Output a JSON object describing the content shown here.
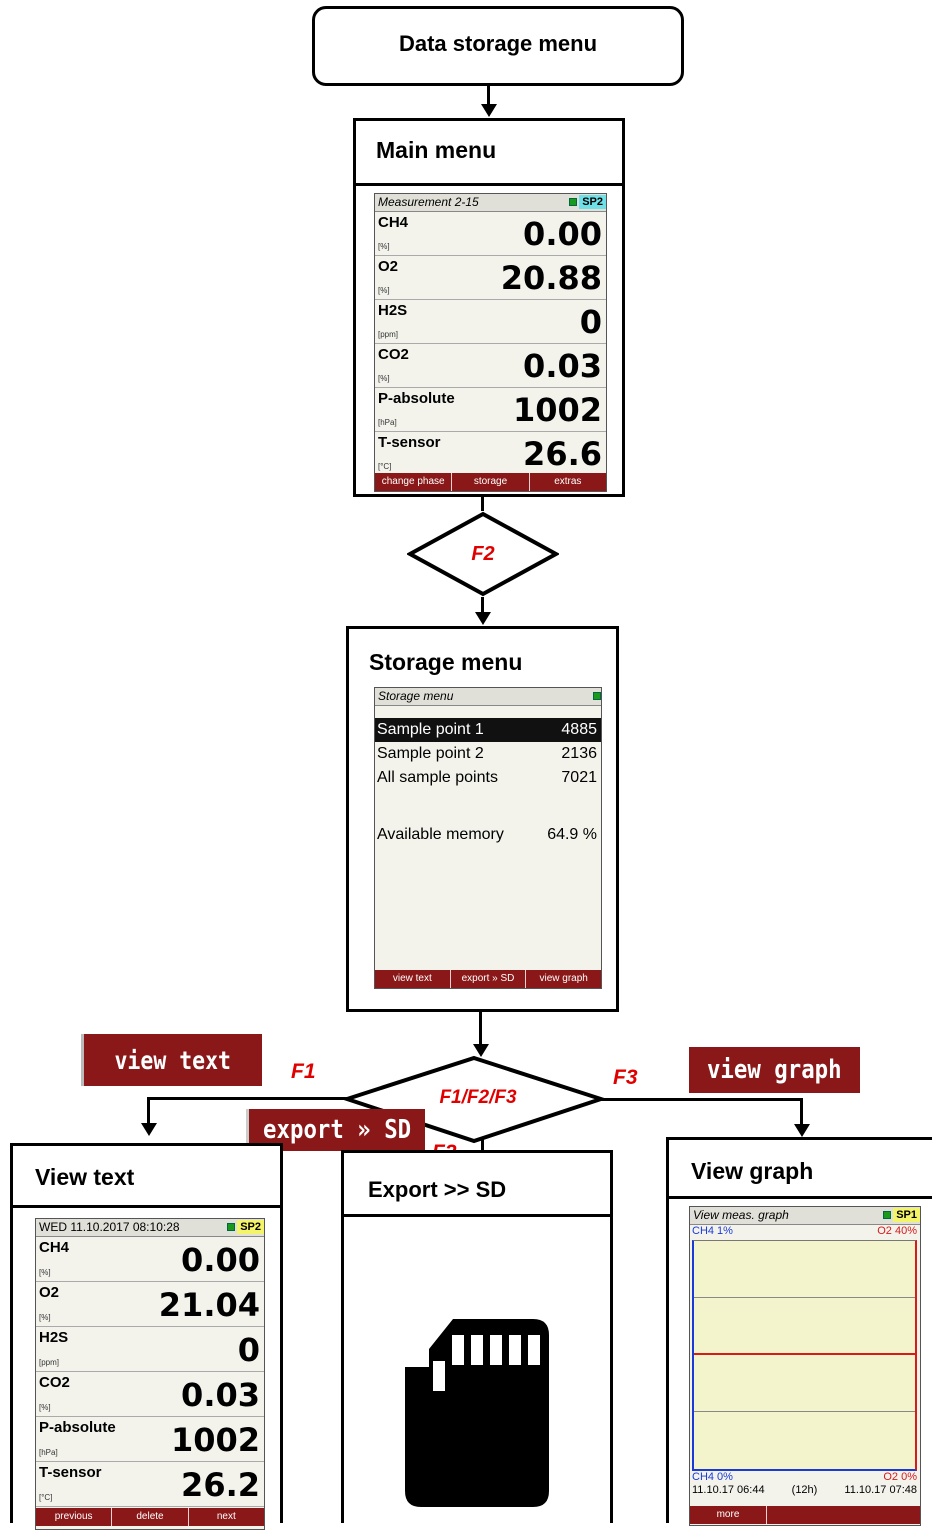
{
  "top_box": {
    "label": "Data storage menu"
  },
  "main_menu": {
    "title": "Main menu",
    "header": "Measurement 2-15",
    "sp_badge": "SP2",
    "rows": [
      {
        "name": "CH4",
        "unit": "[%]",
        "value": "0.00"
      },
      {
        "name": "O2",
        "unit": "[%]",
        "value": "20.88"
      },
      {
        "name": "H2S",
        "unit": "[ppm]",
        "value": "0"
      },
      {
        "name": "CO2",
        "unit": "[%]",
        "value": "0.03"
      },
      {
        "name": "P-absolute",
        "unit": "[hPa]",
        "value": "1002"
      },
      {
        "name": "T-sensor",
        "unit": "[°C]",
        "value": "26.6"
      }
    ],
    "fkeys": [
      "change phase",
      "storage",
      "extras"
    ]
  },
  "decision_f2": {
    "label": "F2"
  },
  "storage_menu": {
    "title": "Storage menu",
    "header": "Storage menu",
    "items": [
      {
        "label": "Sample point 1",
        "value": "4885"
      },
      {
        "label": "Sample point 2",
        "value": "2136"
      },
      {
        "label": "All sample points",
        "value": "7021"
      }
    ],
    "memory": {
      "label": "Available memory",
      "value": "64.9 %"
    },
    "fkeys": [
      "view text",
      "export » SD",
      "view graph"
    ]
  },
  "decision_multi": {
    "label": "F1/F2/F3"
  },
  "branch_labels": {
    "f1": "F1",
    "f2": "F2",
    "f3": "F3"
  },
  "function_keys": {
    "view_text": "view text",
    "export_sd": "export » SD",
    "view_graph": "view graph"
  },
  "view_text": {
    "title": "View text",
    "header": "WED  11.10.2017  08:10:28",
    "sp_badge": "SP2",
    "rows": [
      {
        "name": "CH4",
        "unit": "[%]",
        "value": "0.00"
      },
      {
        "name": "O2",
        "unit": "[%]",
        "value": "21.04"
      },
      {
        "name": "H2S",
        "unit": "[ppm]",
        "value": "0"
      },
      {
        "name": "CO2",
        "unit": "[%]",
        "value": "0.03"
      },
      {
        "name": "P-absolute",
        "unit": "[hPa]",
        "value": "1002"
      },
      {
        "name": "T-sensor",
        "unit": "[°C]",
        "value": "26.2"
      }
    ],
    "fkeys": [
      "previous",
      "delete",
      "next"
    ]
  },
  "export_sd": {
    "title": "Export >> SD",
    "icon": "sd-card-icon"
  },
  "view_graph": {
    "title": "View graph",
    "header": "View meas. graph",
    "sp_badge": "SP1",
    "top_left": "CH4 1%",
    "top_right": "O2 40%",
    "bottom_left": "CH4 0%",
    "bottom_right": "O2 0%",
    "time_start": "11.10.17 06:44",
    "span": "(12h)",
    "time_end": "11.10.17 07:48",
    "fkeys": [
      "more"
    ]
  },
  "colors": {
    "fkey_bg": "#8a1818",
    "accent_red": "#e00000",
    "graph_bg": "#f4f4cc"
  }
}
